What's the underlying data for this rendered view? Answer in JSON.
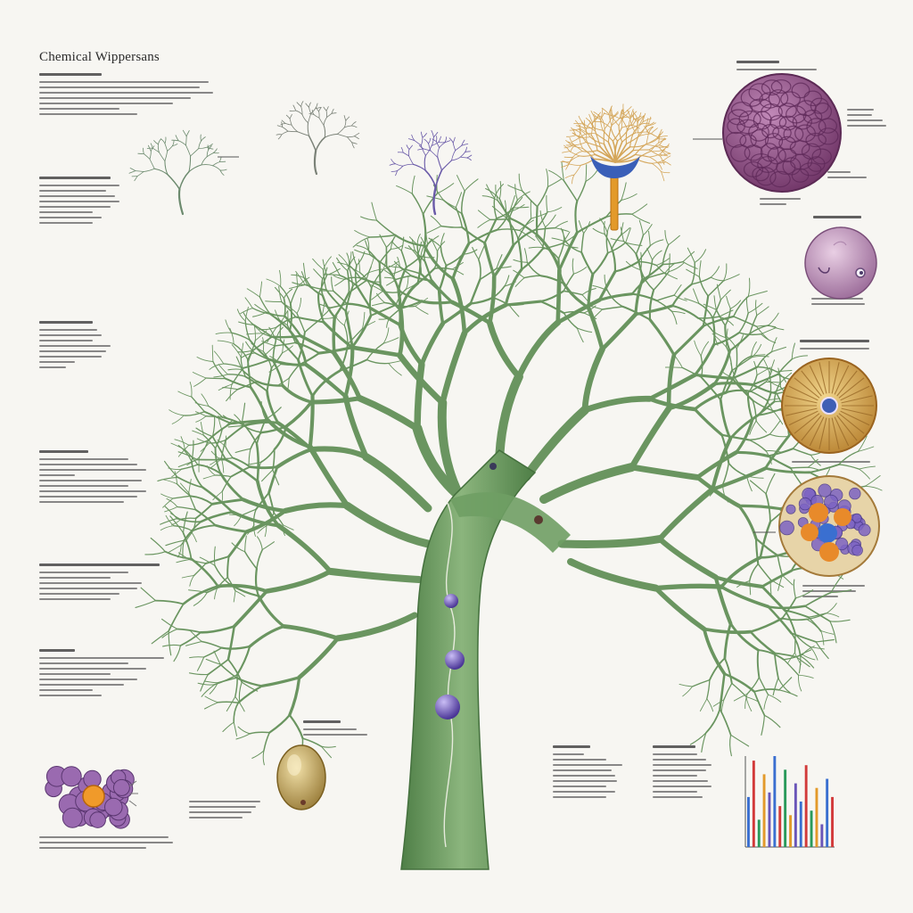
{
  "title": "Chemical Wippersans",
  "colors": {
    "background": "#f7f6f2",
    "trunk": "#5f8f55",
    "trunk_light": "#8bb57d",
    "branch": "#6a9560",
    "vesicle": "#6a55b8",
    "cell_purple": "#8a4c80",
    "cell_gold": "#d6a44a",
    "neuron_blue": "#3a5fb8",
    "axon_orange": "#e39a2a",
    "text_dark": "#3b3b3b",
    "text_grey": "#6b6b6b"
  },
  "icons": [
    "dendrite-tree-icon",
    "neuron-icon",
    "cell-cluster-icon",
    "vesicle-icon",
    "organelle-icon",
    "histogram-icon",
    "seed-icon",
    "molecule-cluster-icon"
  ],
  "histogram_levels": [
    0.55,
    0.95,
    0.3,
    0.8,
    0.6,
    1.0,
    0.45,
    0.85,
    0.35,
    0.7,
    0.5,
    0.9,
    0.4,
    0.65,
    0.25,
    0.75,
    0.55
  ]
}
